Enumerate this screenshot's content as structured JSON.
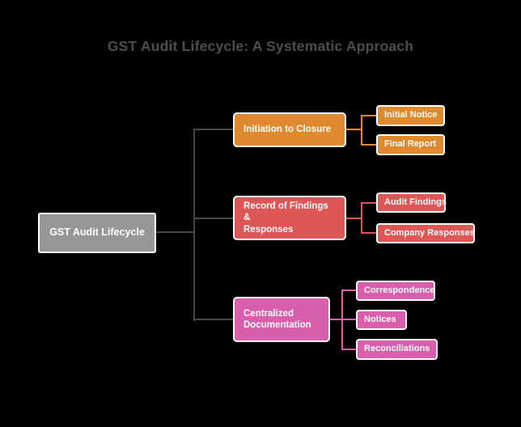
{
  "title": "GST Audit Lifecycle: A Systematic Approach",
  "colors": {
    "background": "#000000",
    "title_text": "#4D4D4D",
    "connector_gray": "#474747",
    "node_text": "#FFFFFF",
    "node_border": "#FFFFFF",
    "root_fill": "#979797",
    "orange": "#E08A2F",
    "red": "#DE5757",
    "pink": "#D95FAC"
  },
  "root": {
    "label": "GST Audit Lifecycle"
  },
  "branches": [
    {
      "label": "Initiation to Closure",
      "color": "#E08A2F",
      "children": [
        {
          "label": "Initial Notice"
        },
        {
          "label": "Final Report"
        }
      ]
    },
    {
      "label": "Record of Findings &\nResponses",
      "color": "#DE5757",
      "children": [
        {
          "label": "Audit Findings"
        },
        {
          "label": "Company Responses"
        }
      ]
    },
    {
      "label": "Centralized\nDocumentation",
      "color": "#D95FAC",
      "children": [
        {
          "label": "Correspondence"
        },
        {
          "label": "Notices"
        },
        {
          "label": "Reconciliations"
        }
      ]
    }
  ]
}
